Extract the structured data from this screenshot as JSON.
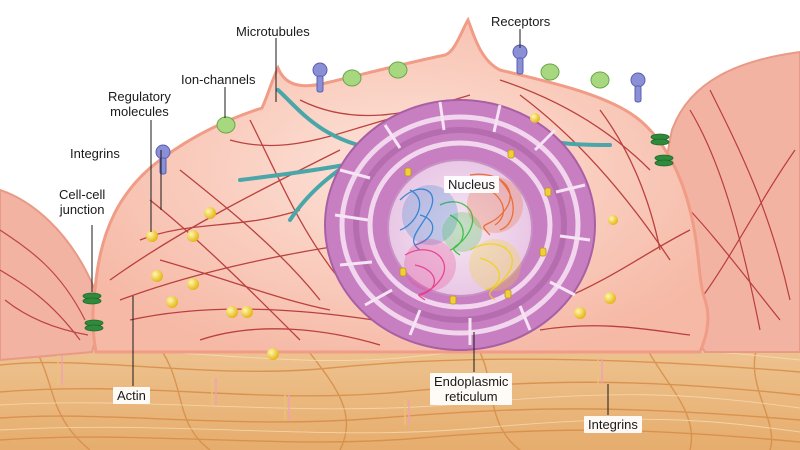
{
  "figure": {
    "labels": {
      "microtubules": "Microtubules",
      "receptors": "Receptors",
      "ion_channels": "Ion-channels",
      "regulatory_molecules": "Regulatory\nmolecules",
      "integrins_top": "Integrins",
      "cell_cell_junction": "Cell-cell\njunction",
      "nucleus": "Nucleus",
      "actin": "Actin",
      "endoplasmic_reticulum": "Endoplasmic\nreticulum",
      "integrins_bottom": "Integrins"
    }
  },
  "colors": {
    "cytoplasm": "#f9c7b8",
    "membrane": "#f4a692",
    "actin": "#b02a2a",
    "microtubule": "#4aa6a8",
    "er": "#c981c4",
    "ecm_fibers": "#e8a86a",
    "receptor": "#8a8fd6",
    "ion_channel": "#9fd07a",
    "regulatory_molecule": "#f2c61e",
    "junction": "#2f8a3c"
  }
}
